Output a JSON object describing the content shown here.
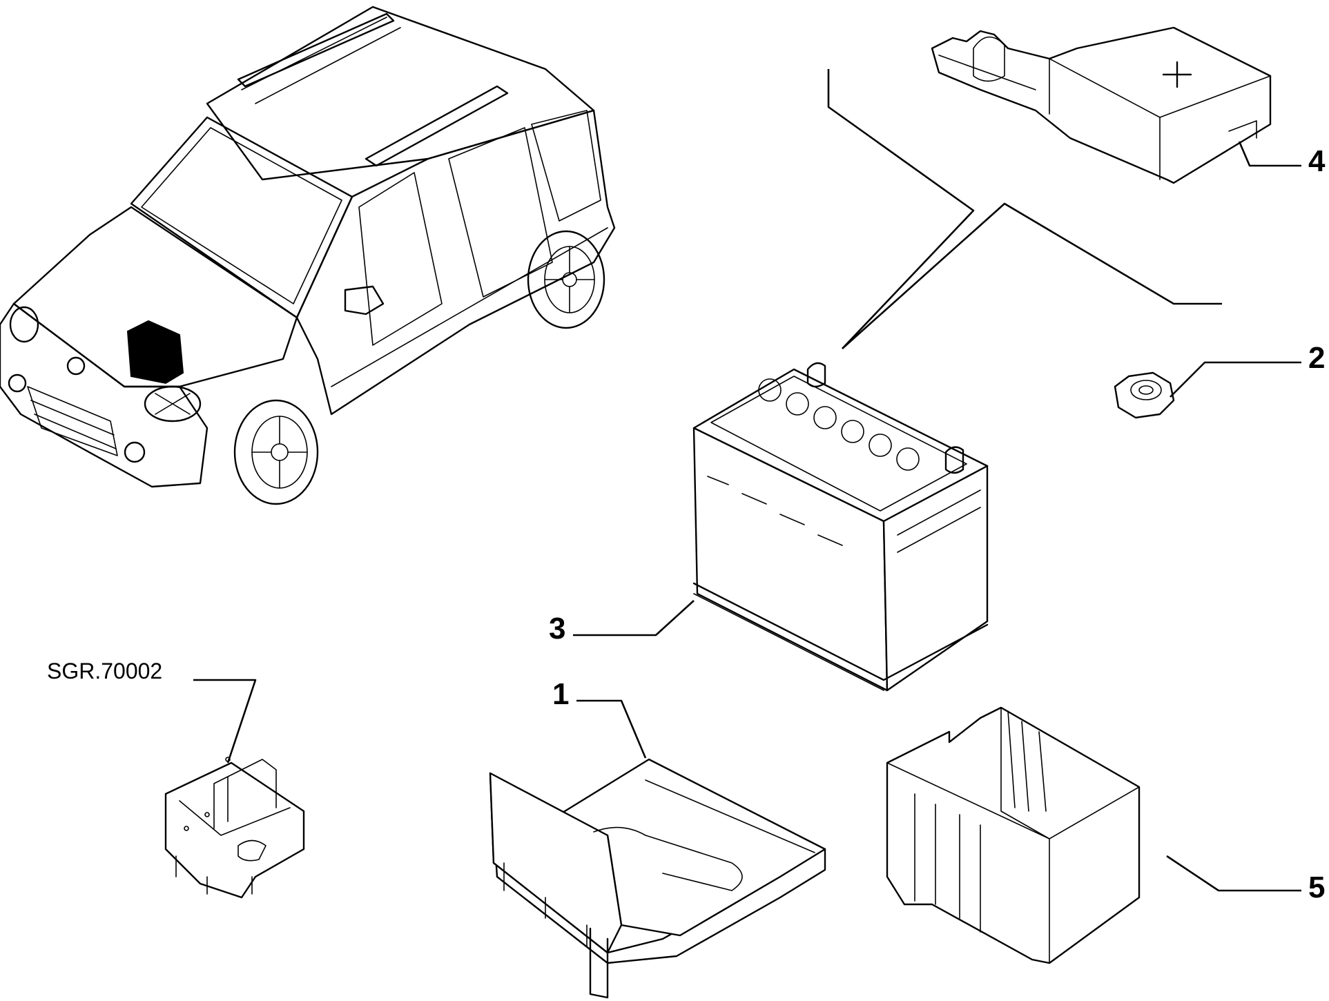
{
  "diagram": {
    "reference_label": "SGR.70002",
    "callouts": [
      {
        "id": "1",
        "label": "1",
        "part": "battery-tray"
      },
      {
        "id": "2",
        "label": "2",
        "part": "nut"
      },
      {
        "id": "3",
        "label": "3",
        "part": "battery"
      },
      {
        "id": "4",
        "label": "4",
        "part": "terminal-cover"
      },
      {
        "id": "5",
        "label": "5",
        "part": "battery-box"
      }
    ],
    "highlight_color": "#000000",
    "line_color": "#000000",
    "background": "#ffffff"
  }
}
